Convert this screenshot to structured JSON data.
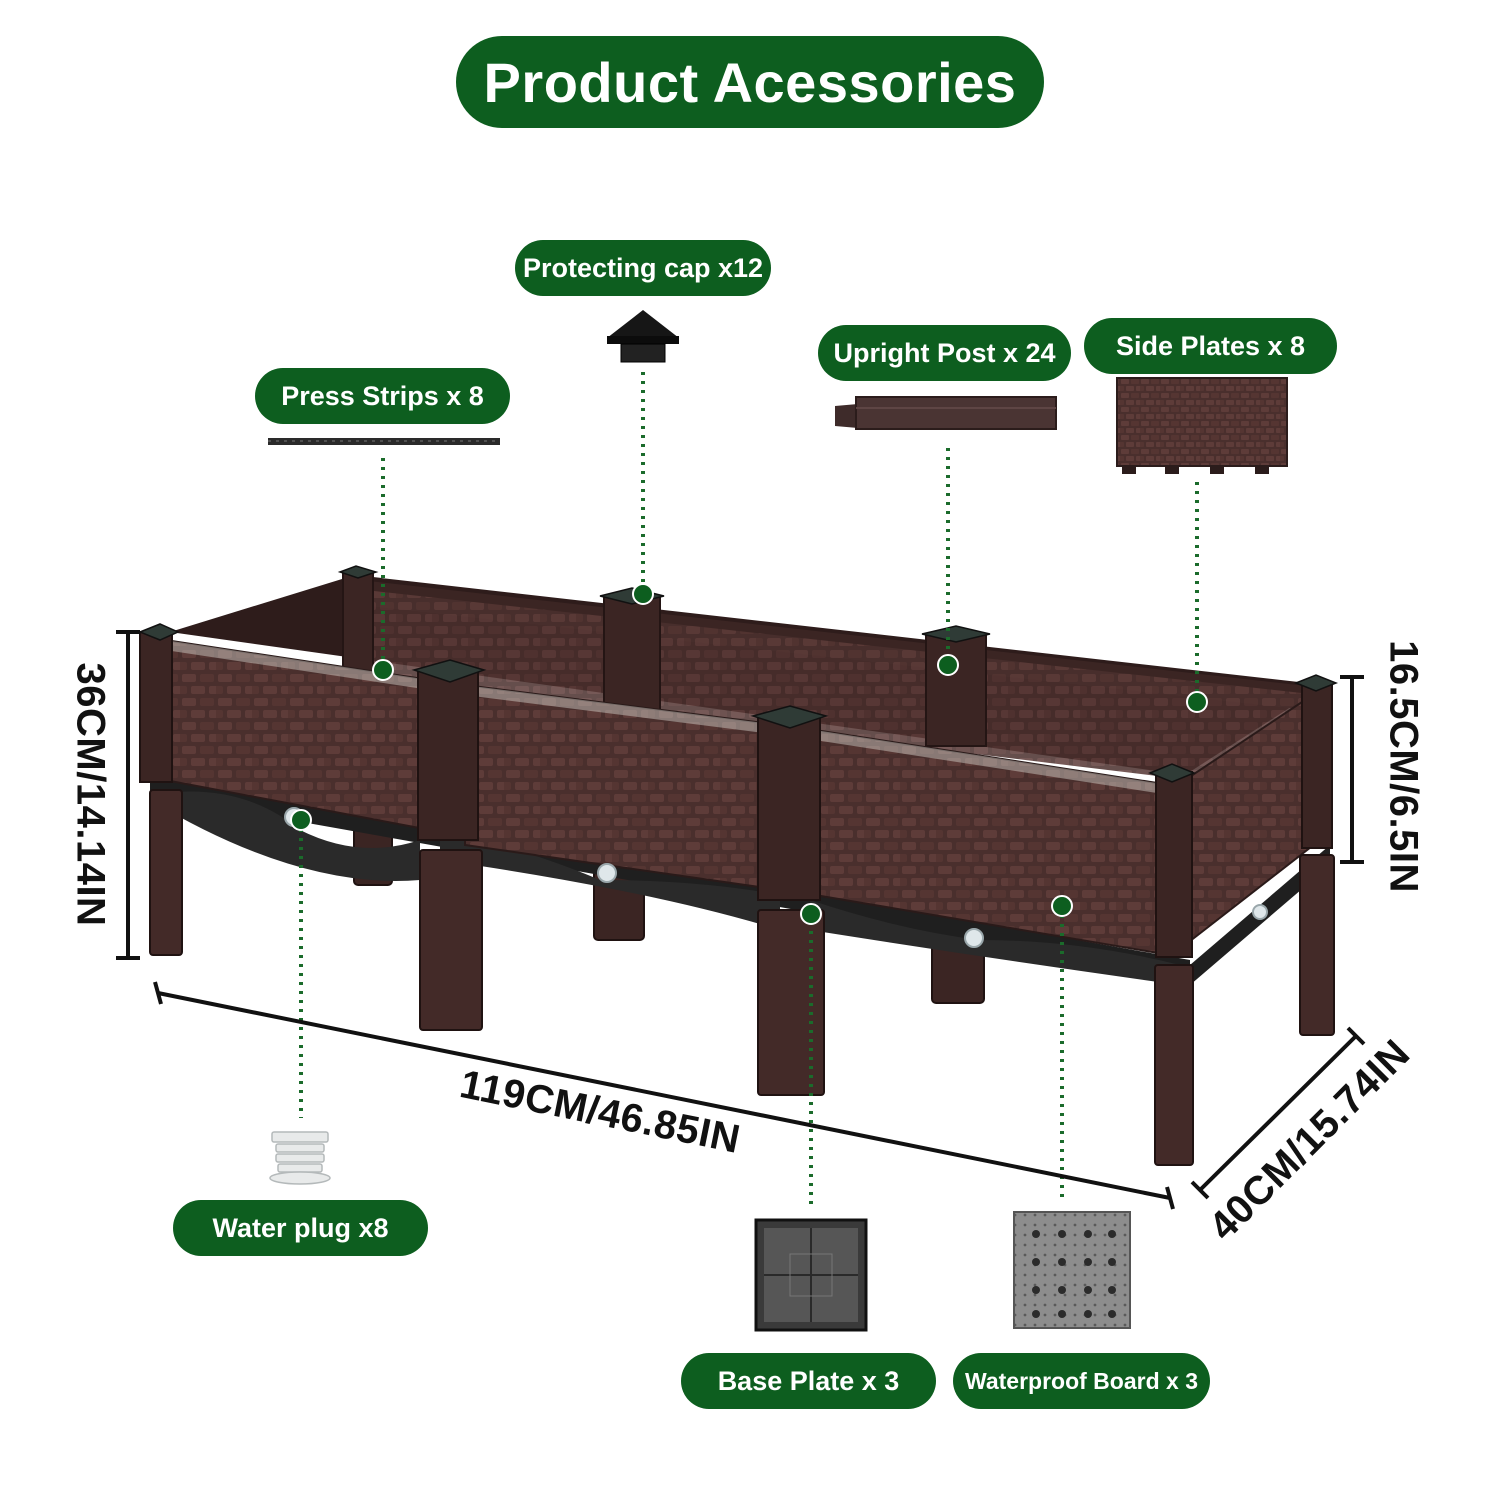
{
  "title": "Product Acessories",
  "labels": {
    "protecting_cap": "Protecting cap x12",
    "upright_post": "Upright Post x 24",
    "side_plates": "Side Plates x 8",
    "press_strips": "Press Strips x 8",
    "water_plug": "Water plug x8",
    "base_plate": "Base Plate x 3",
    "waterproof_board": "Waterproof Board x 3"
  },
  "dimensions": {
    "height_total": "36CM/14.14IN",
    "height_box": "16.5CM/6.5IN",
    "length": "119CM/46.85IN",
    "width": "40CM/15.74IN"
  },
  "colors": {
    "accent_green": "#0d5e1f",
    "planter_brown": "#4a2f2d",
    "planter_dark": "#2e1c1b"
  }
}
